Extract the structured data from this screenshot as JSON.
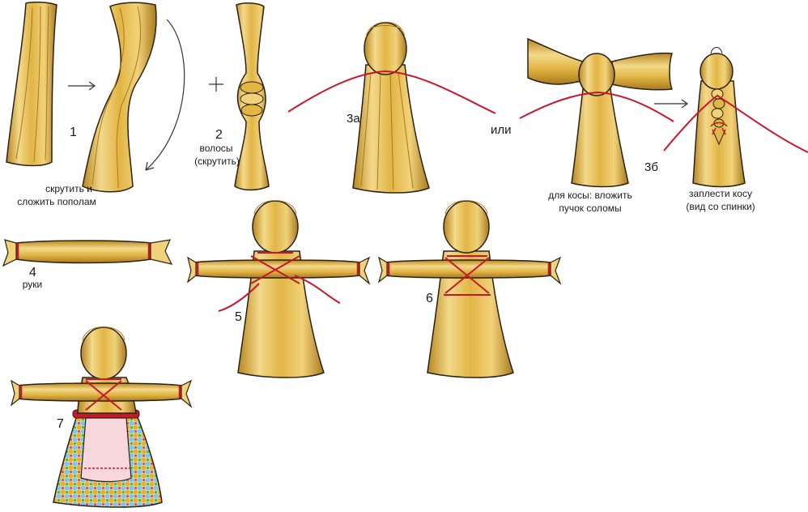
{
  "colors": {
    "straw_light": "#f3d98a",
    "straw_mid": "#e2b545",
    "straw_dark": "#a97a1c",
    "outline": "#2b2112",
    "thread": "#c8172c",
    "arrow": "#333333"
  },
  "steps": {
    "s1": {
      "num": "1",
      "caption_l1": "скрутить и",
      "caption_l2": "сложить пополам"
    },
    "s2": {
      "num": "2",
      "caption_l1": "волосы",
      "caption_l2": "(скрутить)"
    },
    "s3a": {
      "num": "3а"
    },
    "or": "или",
    "s3a_alt": {
      "caption_l1": "для косы: вложить",
      "caption_l2": "пучок соломы"
    },
    "s3b": {
      "num": "3б",
      "caption_l1": "заплести косу",
      "caption_l2": "(вид со спинки)"
    },
    "s4": {
      "num": "4",
      "caption": "руки"
    },
    "s5": {
      "num": "5"
    },
    "s6": {
      "num": "6"
    },
    "s7": {
      "num": "7"
    }
  },
  "icons": [
    "plus-icon",
    "arrow-right-icon",
    "curved-arrow-icon"
  ]
}
